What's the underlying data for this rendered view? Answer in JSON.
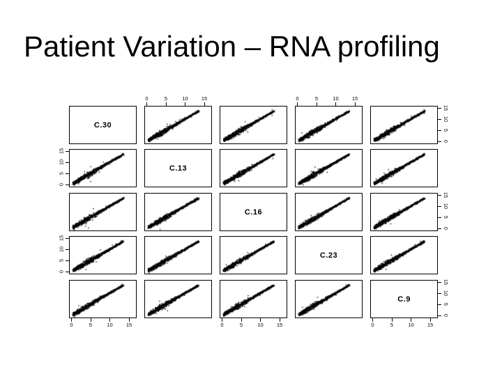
{
  "slide": {
    "title": "Patient Variation – RNA profiling",
    "background_color": "#ffffff",
    "title_color": "#000000"
  },
  "chart_data": {
    "type": "scatter",
    "subtype": "scatterplot-matrix",
    "title": "",
    "variables": [
      "C.30",
      "C.13",
      "C.16",
      "C.23",
      "C.9"
    ],
    "n_rows": 5,
    "n_cols": 5,
    "axis_range": [
      0,
      15
    ],
    "tick_values": [
      0,
      5,
      10,
      15
    ],
    "tick_labels": [
      "0",
      "5",
      "10",
      "15"
    ],
    "top_tick_cols": [
      2,
      4
    ],
    "bottom_tick_cols": [
      1,
      3,
      5
    ],
    "left_tick_rows": [
      2,
      4
    ],
    "right_tick_rows": [
      1,
      3,
      5
    ],
    "point_color": "#000000",
    "border_color": "#000000",
    "panel_description": "Each off-diagonal panel is a pairwise scatter plot of log-scale RNA expression for two patient samples; points form a dense near-diagonal black streak from about (0.5, 0.5) to (13, 13), showing very high inter-patient correlation.",
    "diagonal_description": "Diagonal panels show only the sample name."
  }
}
